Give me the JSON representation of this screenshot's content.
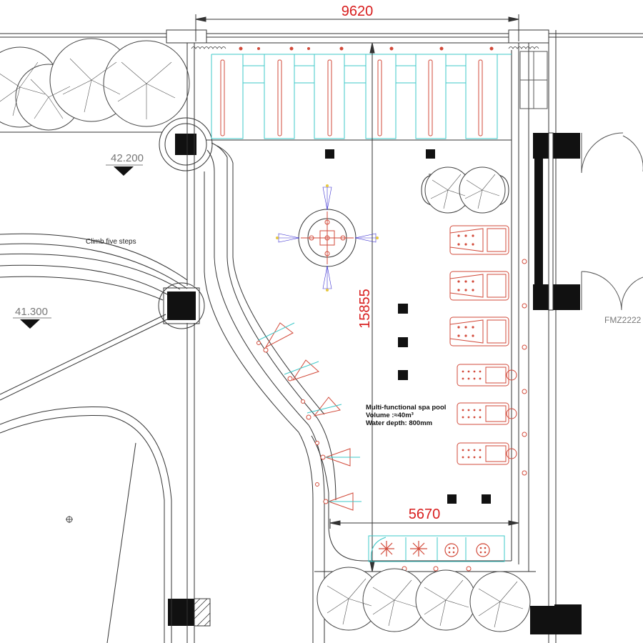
{
  "dimensions": {
    "width_top": "9620",
    "height_vertical": "15855",
    "width_bottom": "5670"
  },
  "elevations": {
    "upper": "42.200",
    "lower": "41.300"
  },
  "notes": {
    "steps": "Climb five steps",
    "door_code": "FMZ2222"
  },
  "pool": {
    "title": "Multi-functional spa pool",
    "volume": "Volume :≈40m³",
    "depth": "Water depth: 800mm"
  },
  "colors": {
    "dimension": "#d81e1e",
    "fixture_red": "#d24a3a",
    "fixture_cyan": "#3cc8c8",
    "jet_blue": "#3a2fd0",
    "line": "#333333"
  }
}
